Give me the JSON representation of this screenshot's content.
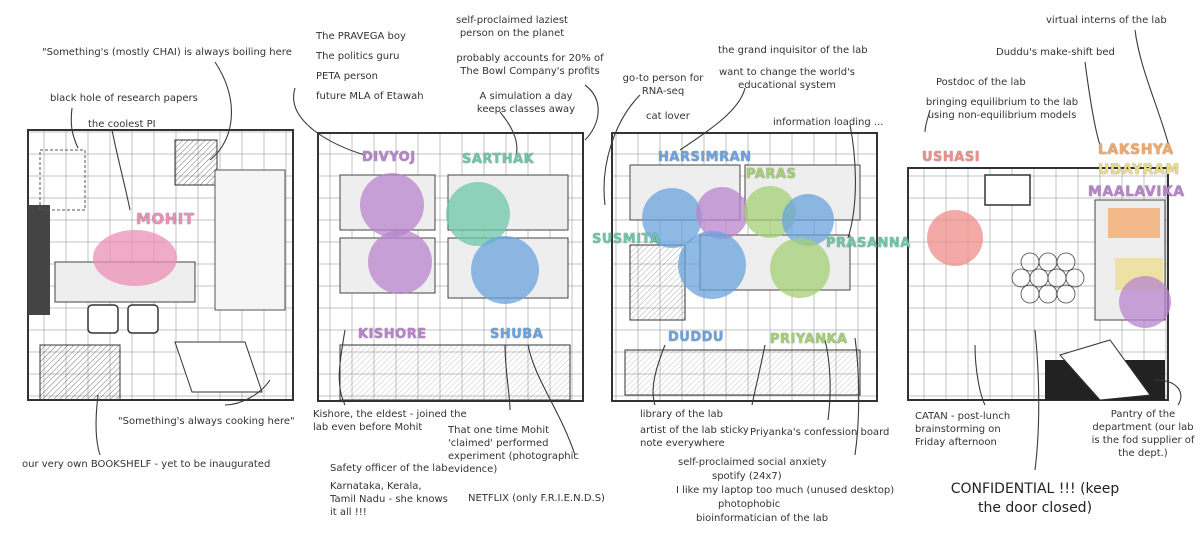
{
  "colors": {
    "pink": "#e98fb5",
    "purple": "#b784cc",
    "teal": "#6cc7a9",
    "blue": "#6aa3de",
    "green": "#a4cf75",
    "orange": "#f3a868",
    "yellow": "#ecdc8a",
    "salmon": "#ef8e8a",
    "ink": "#3a3a3a"
  },
  "names": {
    "mohit": "MOHIT",
    "divyoj": "DIVYOJ",
    "sarthak": "SARTHAK",
    "kishore": "KISHORE",
    "shuba": "SHUBA",
    "susmita": "SUSMITA",
    "harsimran": "HARSIMRAN",
    "paras": "PARAS",
    "prasanna": "PRASANNA",
    "duddu": "DUDDU",
    "priyanka": "PRIYANKA",
    "ushasi": "USHASI",
    "lakshya": "LAKSHYA",
    "udayram": "UDAYRAM",
    "maalavika": "MAALAVIKA"
  },
  "annotations": {
    "chai": "\"Something's (mostly CHAI) is always boiling here",
    "black_hole": "black hole of research papers",
    "coolest_pi": "the coolest PI",
    "cooking": "\"Something's always cooking here\"",
    "bookshelf": "our very own BOOKSHELF - yet to be inaugurated",
    "pravega": "The PRAVEGA boy",
    "politics": "The politics guru",
    "peta": "PETA person",
    "mla": "future MLA of Etawah",
    "laziest": "self-proclaimed laziest person on the planet",
    "bowl": "probably accounts for 20% of The Bowl Company's profits",
    "simulation": "A simulation a day keeps classes away",
    "kishore_note": "Kishore, the eldest - joined the lab even before Mohit",
    "mohit_claimed": "That one time Mohit 'claimed' performed experiment (photographic evidence)",
    "safety": "Safety officer of the lab",
    "karnataka": "Karnataka, Kerala, Tamil Nadu - she knows it all !!!",
    "netflix": "NETFLIX (only F.R.I.E.N.D.S)",
    "rnaseq": "go-to person for RNA-seq",
    "cat_lover": "cat lover",
    "inquisitor": "the grand inquisitor of the lab",
    "change_world": "want to change the world's educational system",
    "info_loading": "information loading ...",
    "library": "library of the lab",
    "artist": "artist of the lab sticky note everywhere",
    "confession": "Priyanka's confession board",
    "anxiety": "self-proclaimed social anxiety",
    "spotify": "spotify (24x7)",
    "laptop": "I like my laptop too much (unused desktop)",
    "photophobic": "photophobic",
    "bioinformatician": "bioinformatician of the lab",
    "postdoc": "Postdoc of the lab",
    "equilibrium": "bringing equilibrium to the lab using non-equilibrium models",
    "interns": "virtual interns of the lab",
    "bed": "Duddu's make-shift bed",
    "catan": "CATAN - post-lunch brainstorming on Friday afternoon",
    "pantry": "Pantry of the department (our lab is the fod supplier of the dept.)",
    "confidential": "CONFIDENTIAL !!! (keep the door closed)"
  }
}
